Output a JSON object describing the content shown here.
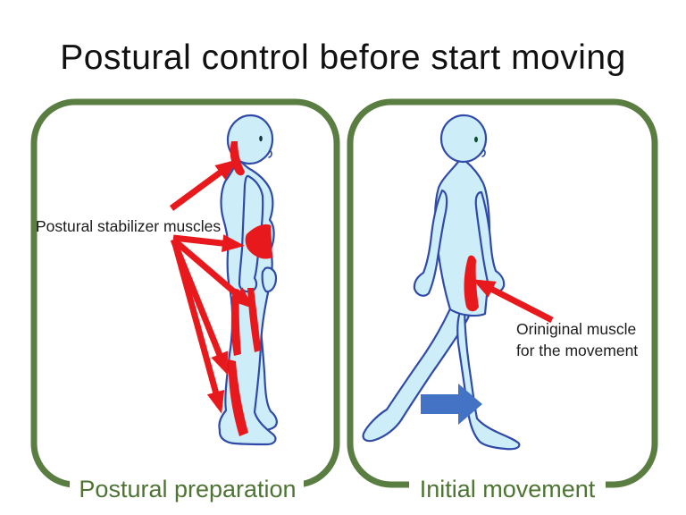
{
  "title": "Postural control before start moving",
  "panels": {
    "left": {
      "caption": "Postural preparation",
      "annotation": "Postural stabilizer muscles"
    },
    "right": {
      "caption": "Initial movement",
      "annotation_lines": [
        "Oriniginal muscle",
        "for the movement"
      ]
    }
  },
  "colors": {
    "panel_border_green": "#5a7e42",
    "caption_green": "#4e7434",
    "callout_arrow_red": "#e8191d",
    "movement_arrow_blue": "#4472c4",
    "figure_fill": "#cdeef8",
    "figure_outline": "#2f4aa8",
    "title_black": "#111111"
  }
}
